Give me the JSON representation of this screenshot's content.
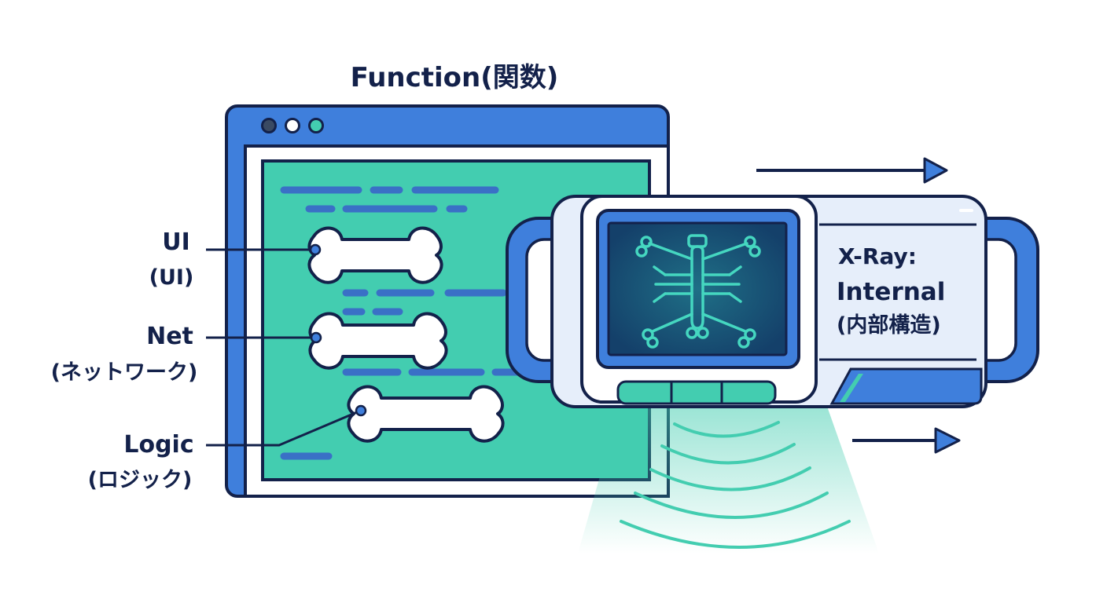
{
  "title": "Function(関数)",
  "labels": [
    {
      "main": "UI",
      "sub": "(UI)"
    },
    {
      "main": "Net",
      "sub": "(ネットワーク)"
    },
    {
      "main": "Logic",
      "sub": "(ロジック)"
    }
  ],
  "scanner": {
    "line1": "X-Ray:",
    "line2": "Internal",
    "line3": "(内部構造)"
  },
  "colors": {
    "navy": "#13214a",
    "blue": "#3f7fdc",
    "teal": "#43cdb0",
    "panel": "#e6eefa"
  },
  "icons": [
    "window-dots-icon",
    "bone-icon",
    "skeleton-icon",
    "arrow-icon",
    "scan-beam-icon"
  ]
}
